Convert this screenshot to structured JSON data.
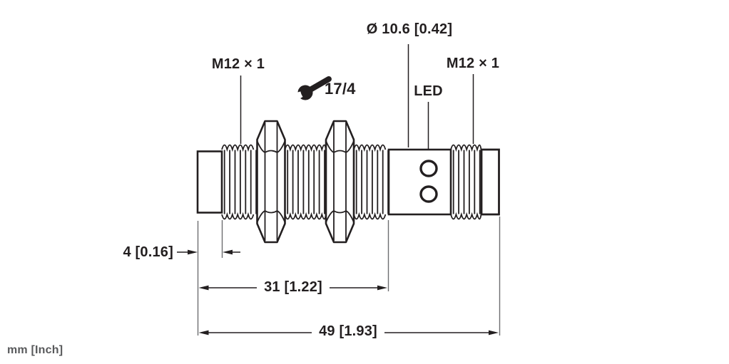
{
  "colors": {
    "ink": "#231f20",
    "muted": "#58595b",
    "extension_line": "#6d6e71",
    "background": "#ffffff"
  },
  "labels": {
    "front_thread": "M12 × 1",
    "rear_thread": "M12 × 1",
    "barrel_diameter": "Ø 10.6 [0.42]",
    "led": "LED",
    "wrench_size": "17/4"
  },
  "dimensions": {
    "tip_length": "4 [0.16]",
    "housing_length": "31 [1.22]",
    "overall_length": "49 [1.93]"
  },
  "units_note": "mm [Inch]"
}
